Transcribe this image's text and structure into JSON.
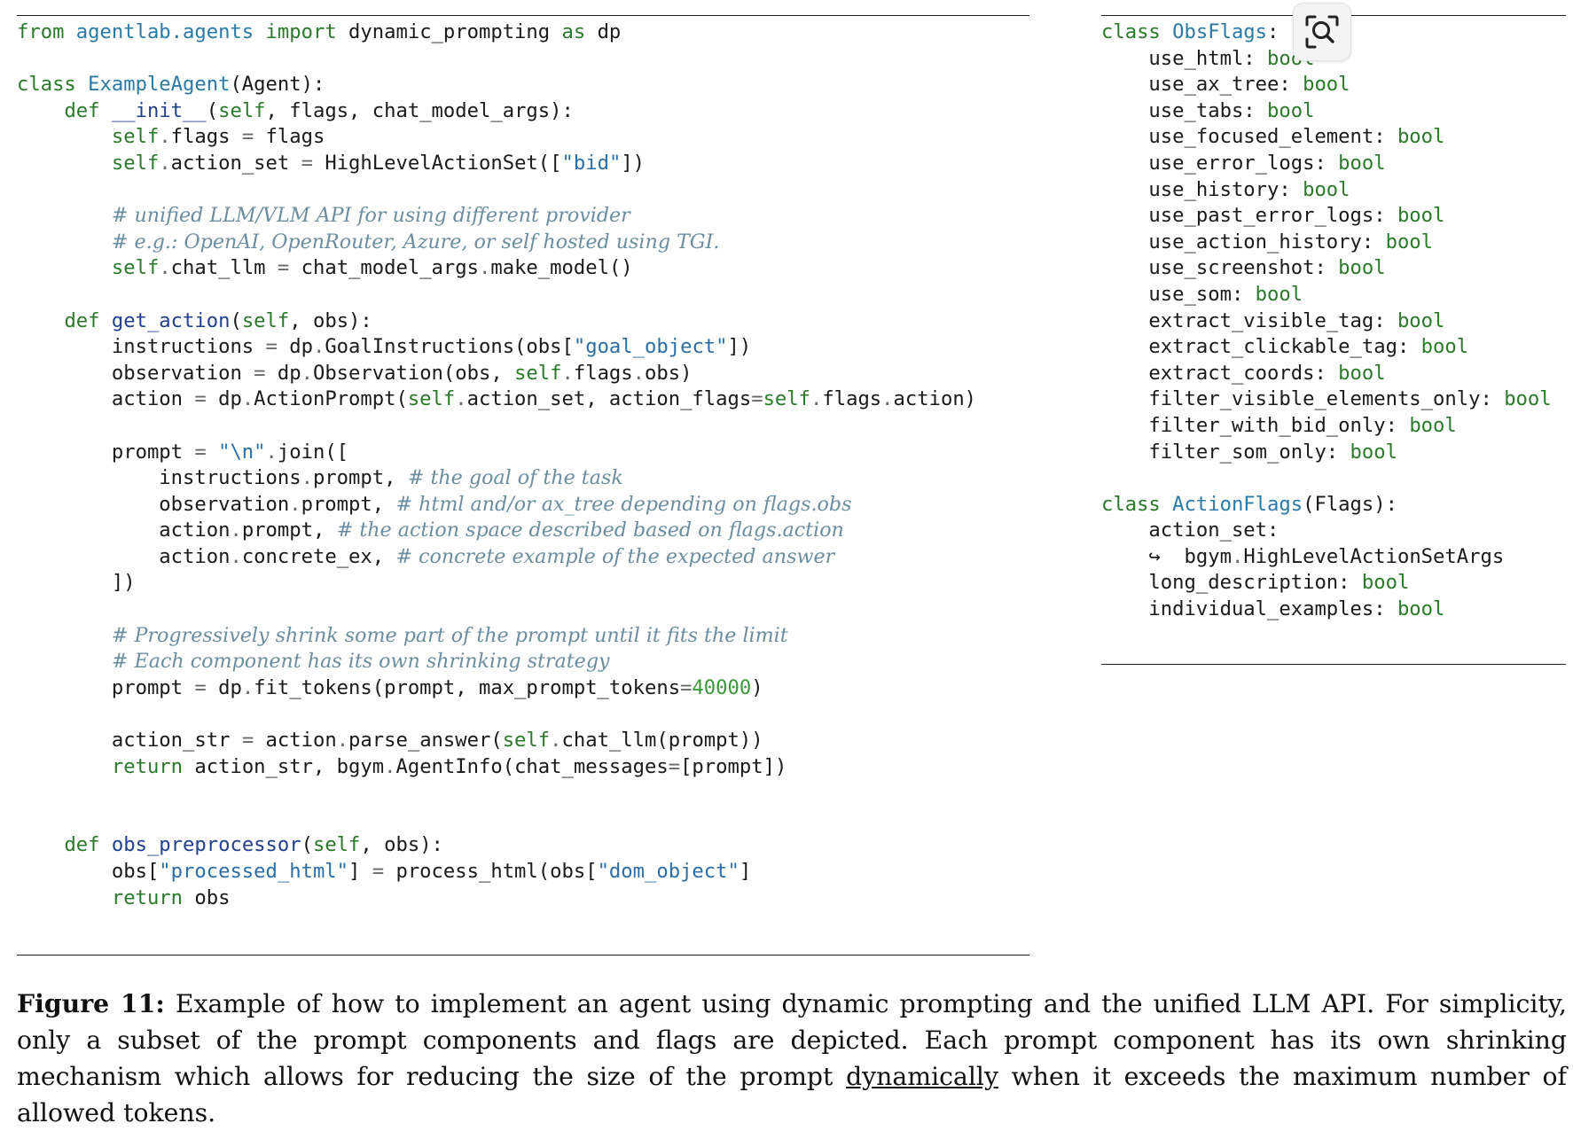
{
  "zoom_button_icon": "zoom-search-icon",
  "left_code": [
    [
      [
        "kw",
        "from"
      ],
      [
        "",
        " "
      ],
      [
        "nm",
        "agentlab.agents"
      ],
      [
        "",
        " "
      ],
      [
        "kw",
        "import"
      ],
      [
        "",
        " dynamic_prompting "
      ],
      [
        "kw",
        "as"
      ],
      [
        "",
        " dp"
      ]
    ],
    [],
    [
      [
        "kw",
        "class"
      ],
      [
        "",
        " "
      ],
      [
        "nm",
        "ExampleAgent"
      ],
      [
        "",
        "(Agent):"
      ]
    ],
    [
      [
        "",
        "    "
      ],
      [
        "kw",
        "def"
      ],
      [
        "",
        " "
      ],
      [
        "fn",
        "__init__"
      ],
      [
        "",
        "("
      ],
      [
        "kw",
        "self"
      ],
      [
        "",
        ", flags, chat_model_args):"
      ]
    ],
    [
      [
        "",
        "        "
      ],
      [
        "kw",
        "self"
      ],
      [
        "op",
        "."
      ],
      [
        "",
        "flags "
      ],
      [
        "op",
        "="
      ],
      [
        "",
        " flags"
      ]
    ],
    [
      [
        "",
        "        "
      ],
      [
        "kw",
        "self"
      ],
      [
        "op",
        "."
      ],
      [
        "",
        "action_set "
      ],
      [
        "op",
        "="
      ],
      [
        "",
        " HighLevelActionSet(["
      ],
      [
        "st",
        "\"bid\""
      ],
      [
        "",
        "])"
      ]
    ],
    [],
    [
      [
        "",
        "        "
      ],
      [
        "cm",
        "# unified LLM/VLM API for using different provider"
      ]
    ],
    [
      [
        "",
        "        "
      ],
      [
        "cm",
        "# e.g.: OpenAI, OpenRouter, Azure, or self hosted using TGI."
      ]
    ],
    [
      [
        "",
        "        "
      ],
      [
        "kw",
        "self"
      ],
      [
        "op",
        "."
      ],
      [
        "",
        "chat_llm "
      ],
      [
        "op",
        "="
      ],
      [
        "",
        " chat_model_args"
      ],
      [
        "op",
        "."
      ],
      [
        "",
        "make_model()"
      ]
    ],
    [],
    [
      [
        "",
        "    "
      ],
      [
        "kw",
        "def"
      ],
      [
        "",
        " "
      ],
      [
        "fn",
        "get_action"
      ],
      [
        "",
        "("
      ],
      [
        "kw",
        "self"
      ],
      [
        "",
        ", obs):"
      ]
    ],
    [
      [
        "",
        "        instructions "
      ],
      [
        "op",
        "="
      ],
      [
        "",
        " dp"
      ],
      [
        "op",
        "."
      ],
      [
        "",
        "GoalInstructions(obs["
      ],
      [
        "st",
        "\"goal_object\""
      ],
      [
        "",
        "])"
      ]
    ],
    [
      [
        "",
        "        observation "
      ],
      [
        "op",
        "="
      ],
      [
        "",
        " dp"
      ],
      [
        "op",
        "."
      ],
      [
        "",
        "Observation(obs, "
      ],
      [
        "kw",
        "self"
      ],
      [
        "op",
        "."
      ],
      [
        "",
        "flags"
      ],
      [
        "op",
        "."
      ],
      [
        "",
        "obs)"
      ]
    ],
    [
      [
        "",
        "        action "
      ],
      [
        "op",
        "="
      ],
      [
        "",
        " dp"
      ],
      [
        "op",
        "."
      ],
      [
        "",
        "ActionPrompt("
      ],
      [
        "kw",
        "self"
      ],
      [
        "op",
        "."
      ],
      [
        "",
        "action_set, action_flags"
      ],
      [
        "op",
        "="
      ],
      [
        "kw",
        "self"
      ],
      [
        "op",
        "."
      ],
      [
        "",
        "flags"
      ],
      [
        "op",
        "."
      ],
      [
        "",
        "action)"
      ]
    ],
    [],
    [
      [
        "",
        "        prompt "
      ],
      [
        "op",
        "="
      ],
      [
        "",
        " "
      ],
      [
        "st",
        "\"\\n\""
      ],
      [
        "op",
        "."
      ],
      [
        "",
        "join(["
      ]
    ],
    [
      [
        "",
        "            instructions"
      ],
      [
        "op",
        "."
      ],
      [
        "",
        "prompt, "
      ],
      [
        "cm",
        "# the goal of the task"
      ]
    ],
    [
      [
        "",
        "            observation"
      ],
      [
        "op",
        "."
      ],
      [
        "",
        "prompt, "
      ],
      [
        "cm",
        "# html and/or ax_tree depending on flags.obs"
      ]
    ],
    [
      [
        "",
        "            action"
      ],
      [
        "op",
        "."
      ],
      [
        "",
        "prompt, "
      ],
      [
        "cm",
        "# the action space described based on flags.action"
      ]
    ],
    [
      [
        "",
        "            action"
      ],
      [
        "op",
        "."
      ],
      [
        "",
        "concrete_ex, "
      ],
      [
        "cm",
        "# concrete example of the expected answer"
      ]
    ],
    [
      [
        "",
        "        ])"
      ]
    ],
    [],
    [
      [
        "",
        "        "
      ],
      [
        "cm",
        "# Progressively shrink some part of the prompt until it fits the limit"
      ]
    ],
    [
      [
        "",
        "        "
      ],
      [
        "cm",
        "# Each component has its own shrinking strategy"
      ]
    ],
    [
      [
        "",
        "        prompt "
      ],
      [
        "op",
        "="
      ],
      [
        "",
        " dp"
      ],
      [
        "op",
        "."
      ],
      [
        "",
        "fit_tokens(prompt, max_prompt_tokens"
      ],
      [
        "op",
        "="
      ],
      [
        "num",
        "40000"
      ],
      [
        "",
        ")"
      ]
    ],
    [],
    [
      [
        "",
        "        action_str "
      ],
      [
        "op",
        "="
      ],
      [
        "",
        " action"
      ],
      [
        "op",
        "."
      ],
      [
        "",
        "parse_answer("
      ],
      [
        "kw",
        "self"
      ],
      [
        "op",
        "."
      ],
      [
        "",
        "chat_llm(prompt))"
      ]
    ],
    [
      [
        "",
        "        "
      ],
      [
        "kw",
        "return"
      ],
      [
        "",
        " action_str, bgym"
      ],
      [
        "op",
        "."
      ],
      [
        "",
        "AgentInfo(chat_messages"
      ],
      [
        "op",
        "="
      ],
      [
        "",
        "[prompt])"
      ]
    ],
    [],
    [],
    [
      [
        "",
        "    "
      ],
      [
        "kw",
        "def"
      ],
      [
        "",
        " "
      ],
      [
        "fn",
        "obs_preprocessor"
      ],
      [
        "",
        "("
      ],
      [
        "kw",
        "self"
      ],
      [
        "",
        ", obs):"
      ]
    ],
    [
      [
        "",
        "        obs["
      ],
      [
        "st",
        "\"processed_html\""
      ],
      [
        "",
        "] "
      ],
      [
        "op",
        "="
      ],
      [
        "",
        " process_html(obs["
      ],
      [
        "st",
        "\"dom_object\""
      ],
      [
        "",
        "]"
      ]
    ],
    [
      [
        "",
        "        "
      ],
      [
        "kw",
        "return"
      ],
      [
        "",
        " obs"
      ]
    ]
  ],
  "right_code": [
    [
      [
        "kw",
        "class"
      ],
      [
        "",
        " "
      ],
      [
        "nm",
        "ObsFlags"
      ],
      [
        "",
        ":"
      ]
    ],
    [
      [
        "",
        "    use_html: "
      ],
      [
        "ty",
        "bool"
      ]
    ],
    [
      [
        "",
        "    use_ax_tree: "
      ],
      [
        "ty",
        "bool"
      ]
    ],
    [
      [
        "",
        "    use_tabs: "
      ],
      [
        "ty",
        "bool"
      ]
    ],
    [
      [
        "",
        "    use_focused_element: "
      ],
      [
        "ty",
        "bool"
      ]
    ],
    [
      [
        "",
        "    use_error_logs: "
      ],
      [
        "ty",
        "bool"
      ]
    ],
    [
      [
        "",
        "    use_history: "
      ],
      [
        "ty",
        "bool"
      ]
    ],
    [
      [
        "",
        "    use_past_error_logs: "
      ],
      [
        "ty",
        "bool"
      ]
    ],
    [
      [
        "",
        "    use_action_history: "
      ],
      [
        "ty",
        "bool"
      ]
    ],
    [
      [
        "",
        "    use_screenshot: "
      ],
      [
        "ty",
        "bool"
      ]
    ],
    [
      [
        "",
        "    use_som: "
      ],
      [
        "ty",
        "bool"
      ]
    ],
    [
      [
        "",
        "    extract_visible_tag: "
      ],
      [
        "ty",
        "bool"
      ]
    ],
    [
      [
        "",
        "    extract_clickable_tag: "
      ],
      [
        "ty",
        "bool"
      ]
    ],
    [
      [
        "",
        "    extract_coords: "
      ],
      [
        "ty",
        "bool"
      ]
    ],
    [
      [
        "",
        "    filter_visible_elements_only: "
      ],
      [
        "ty",
        "bool"
      ]
    ],
    [
      [
        "",
        "    filter_with_bid_only: "
      ],
      [
        "ty",
        "bool"
      ]
    ],
    [
      [
        "",
        "    filter_som_only: "
      ],
      [
        "ty",
        "bool"
      ]
    ],
    [],
    [
      [
        "kw",
        "class"
      ],
      [
        "",
        " "
      ],
      [
        "nm",
        "ActionFlags"
      ],
      [
        "",
        "(Flags):"
      ]
    ],
    [
      [
        "",
        "    action_set:"
      ]
    ],
    [
      [
        "",
        "    ↪  bgym"
      ],
      [
        "op",
        "."
      ],
      [
        "",
        "HighLevelActionSetArgs"
      ]
    ],
    [
      [
        "",
        "    long_description: "
      ],
      [
        "ty",
        "bool"
      ]
    ],
    [
      [
        "",
        "    individual_examples: "
      ],
      [
        "ty",
        "bool"
      ]
    ]
  ],
  "caption": {
    "label": "Figure 11:",
    "text_before": " Example of how to implement an agent using dynamic prompting and the unified LLM API. For simplicity, only a subset of the prompt components and flags are depicted. Each prompt component has its own shrinking mechanism which allows for reducing the size of the prompt ",
    "underlined": "dynamically",
    "text_after": " when it exceeds the maximum number of allowed tokens."
  }
}
